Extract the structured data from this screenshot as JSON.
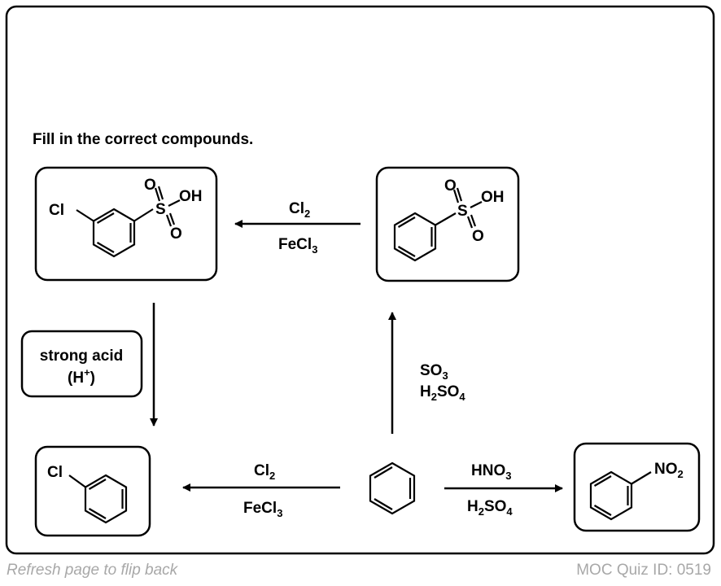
{
  "prompt": "Fill in the correct compounds.",
  "compounds": {
    "top_left": {
      "substituents": {
        "cl": "Cl",
        "s": "S",
        "o_top": "O",
        "o_bottom": "O",
        "oh": "OH"
      }
    },
    "top_right": {
      "substituents": {
        "s": "S",
        "o_top": "O",
        "o_bottom": "O",
        "oh": "OH"
      }
    },
    "bottom_left": {
      "substituents": {
        "cl": "Cl"
      }
    },
    "bottom_right": {
      "substituents": {
        "no2_main": "NO",
        "no2_sub": "2"
      }
    }
  },
  "reagents": {
    "sulfonation": {
      "line1": {
        "main": "SO",
        "sub": "3"
      },
      "line2": {
        "pre": "H",
        "sub1": "2",
        "mid": "SO",
        "sub2": "4"
      }
    },
    "chlorination_top": {
      "line1": {
        "main": "Cl",
        "sub": "2"
      },
      "line2": {
        "main": "FeCl",
        "sub": "3"
      }
    },
    "chlorination_bottom": {
      "line1": {
        "main": "Cl",
        "sub": "2"
      },
      "line2": {
        "main": "FeCl",
        "sub": "3"
      }
    },
    "nitration": {
      "line1": {
        "main": "HNO",
        "sub": "3"
      },
      "line2": {
        "pre": "H",
        "sub1": "2",
        "mid": "SO",
        "sub2": "4"
      }
    },
    "desulfonation": {
      "line1": "strong acid",
      "line2": {
        "open": "(H",
        "sup": "+",
        "close": ")"
      }
    }
  },
  "footer": {
    "left": "Refresh page to flip back",
    "right": "MOC Quiz ID: 0519"
  }
}
